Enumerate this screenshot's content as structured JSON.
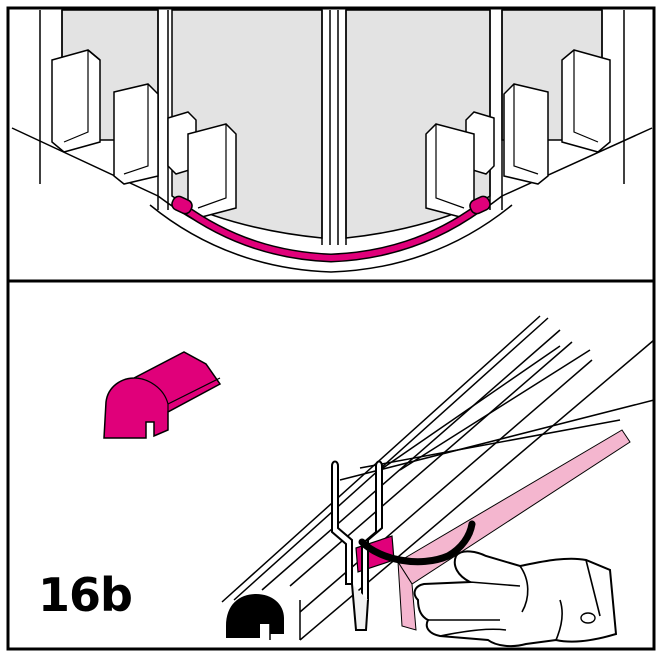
{
  "figure": {
    "step_label": "16b",
    "colors": {
      "seal_magenta": "#e0007a",
      "seal_light_pink": "#f4b6cf",
      "outline": "#000000",
      "glass_gray": "#e3e3e3",
      "background": "#ffffff"
    },
    "panels": {
      "top": "shower-enclosure-bottom-seal-overview",
      "bottom": "seal-profile-fitting-detail"
    },
    "icons": [
      "seal-profile-icon",
      "hand-icon",
      "clip-profile-icon"
    ]
  }
}
